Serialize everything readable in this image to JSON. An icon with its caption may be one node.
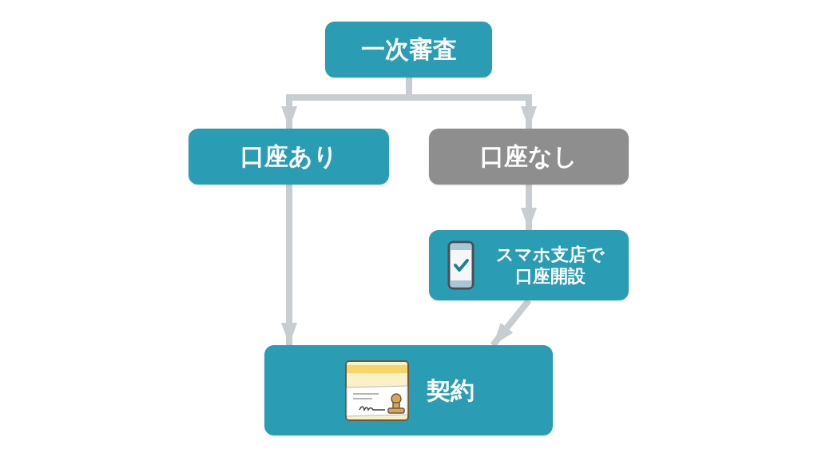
{
  "diagram": {
    "nodes": [
      {
        "text": [
          "一次審査"
        ]
      },
      {
        "text": [
          "口座あり"
        ]
      },
      {
        "text": [
          "口座なし"
        ]
      },
      {
        "text": [
          "スマホ支店で口座開設"
        ]
      },
      {
        "text": [
          "契約"
        ]
      }
    ],
    "edges": [
      {
        "from": 0,
        "to": 1,
        "arrow": "to"
      },
      {
        "from": 0,
        "to": 2,
        "arrow": "to"
      },
      {
        "from": 1,
        "to": 4,
        "arrow": "to"
      },
      {
        "from": 2,
        "to": 3,
        "arrow": "to"
      },
      {
        "from": 3,
        "to": 4,
        "arrow": "to"
      }
    ]
  }
}
